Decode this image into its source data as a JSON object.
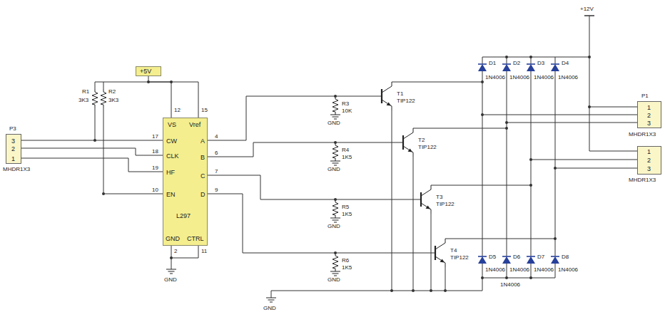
{
  "diagram": {
    "nodes": [
      {
        "text": [
          "3",
          "2",
          "1"
        ]
      },
      {
        "text": [
          "+5V"
        ]
      },
      {
        "text": [
          "VS",
          "Vref",
          "CW",
          "CLK",
          "HF",
          "EN",
          "A",
          "B",
          "C",
          "D",
          "GND",
          "CTRL",
          "L297"
        ]
      },
      {
        "text": [
          "1",
          "2",
          "3"
        ]
      },
      {
        "text": [
          "1",
          "2",
          "3"
        ]
      }
    ],
    "edges": [
      {
        "from": 0,
        "to": 2,
        "arrow": "none"
      },
      {
        "from": 0,
        "to": 2,
        "arrow": "none"
      },
      {
        "from": 0,
        "to": 2,
        "arrow": "none"
      },
      {
        "from": 1,
        "to": 2,
        "arrow": "none"
      }
    ],
    "labels": [
      "P3",
      "MHDR1X3",
      "R1",
      "3K3",
      "R2",
      "3K3",
      "17",
      "18",
      "19",
      "10",
      "12",
      "15",
      "4",
      "6",
      "7",
      "9",
      "2",
      "11",
      "R3",
      "10K",
      "GND",
      "R4",
      "1K5",
      "GND",
      "R5",
      "1K5",
      "GND",
      "R6",
      "1K5",
      "GND",
      "GND",
      "GND",
      "T1",
      "TIP122",
      "T2",
      "TIP122",
      "T3",
      "TIP122",
      "T4",
      "TIP122",
      "D1",
      "1N4006",
      "D2",
      "1N4006",
      "D3",
      "1N4006",
      "D4",
      "1N4006",
      "D5",
      "1N4006",
      "D6",
      "1N4006",
      "D7",
      "1N4006",
      "D8",
      "1N4006",
      "1N4006",
      "+12V",
      "P1",
      "MHDR1X3",
      "MHDR1X3"
    ]
  }
}
